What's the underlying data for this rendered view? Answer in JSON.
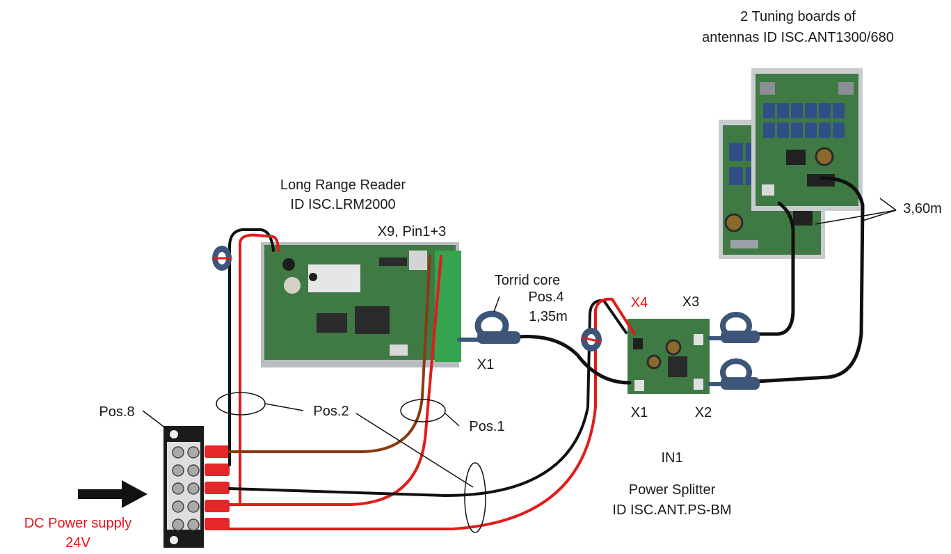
{
  "labels": {
    "tuning_line1": "2 Tuning boards of",
    "tuning_line2": "antennas ID ISC.ANT1300/680",
    "reader_line1": "Long Range Reader",
    "reader_line2": "ID ISC.LRM2000",
    "x9_pins": "X9, Pin1+3",
    "torrid_core": "Torrid core",
    "pos4_line1": "Pos.4",
    "pos4_line2": "1,35m",
    "x4": "X4",
    "x3": "X3",
    "x1_reader": "X1",
    "x1_splitter": "X1",
    "x2": "X2",
    "cable_length": "3,60m",
    "pos8": "Pos.8",
    "pos2": "Pos.2",
    "pos1": "Pos.1",
    "in1": "IN1",
    "splitter_line1": "Power Splitter",
    "splitter_line2": "ID ISC.ANT.PS-BM",
    "supply_line1": "DC Power supply",
    "supply_line2": "24V"
  },
  "colors": {
    "board_green": "#3f7a45",
    "board_edge": "#b8bcbf",
    "relay_blue": "#2f4f86",
    "wire_red": "#e21b1b",
    "wire_black": "#111111",
    "wire_brown": "#8a3a12",
    "terminal_red": "#e5262a",
    "core_blue": "#3d5579",
    "text_red": "#e8141a"
  }
}
